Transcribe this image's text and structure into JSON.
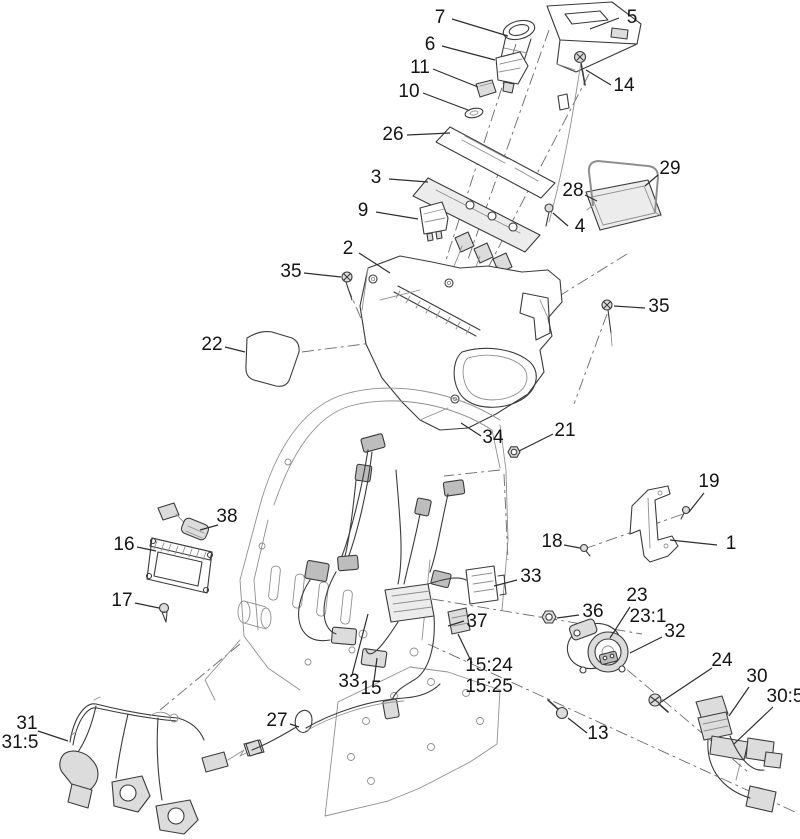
{
  "figure": {
    "kind": "exploded-parts-diagram",
    "background": "#ffffff",
    "line_color": "#3b3b3b",
    "label_color": "#141414",
    "shade_color": "#dcdcdc"
  },
  "callouts": {
    "c1": {
      "label": "1"
    },
    "c2": {
      "label": "2"
    },
    "c3": {
      "label": "3"
    },
    "c4": {
      "label": "4"
    },
    "c5": {
      "label": "5"
    },
    "c6": {
      "label": "6"
    },
    "c7": {
      "label": "7"
    },
    "c9": {
      "label": "9"
    },
    "c10": {
      "label": "10"
    },
    "c11": {
      "label": "11"
    },
    "c13": {
      "label": "13"
    },
    "c14": {
      "label": "14"
    },
    "c15": {
      "label": "15"
    },
    "c15_24": {
      "label": "15:24"
    },
    "c15_25": {
      "label": "15:25"
    },
    "c16": {
      "label": "16"
    },
    "c17": {
      "label": "17"
    },
    "c18": {
      "label": "18"
    },
    "c19": {
      "label": "19"
    },
    "c21": {
      "label": "21"
    },
    "c22": {
      "label": "22"
    },
    "c23": {
      "label": "23"
    },
    "c23_1": {
      "label": "23:1"
    },
    "c24": {
      "label": "24"
    },
    "c26": {
      "label": "26"
    },
    "c27": {
      "label": "27"
    },
    "c28": {
      "label": "28"
    },
    "c29": {
      "label": "29"
    },
    "c30": {
      "label": "30"
    },
    "c30_5": {
      "label": "30:5"
    },
    "c31": {
      "label": "31"
    },
    "c31_5": {
      "label": "31:5"
    },
    "c32": {
      "label": "32"
    },
    "c33": {
      "label": "33"
    },
    "c33b": {
      "label": "33"
    },
    "c34": {
      "label": "34"
    },
    "c35": {
      "label": "35"
    },
    "c35b": {
      "label": "35"
    },
    "c36": {
      "label": "36"
    },
    "c37": {
      "label": "37"
    },
    "c38": {
      "label": "38"
    }
  }
}
